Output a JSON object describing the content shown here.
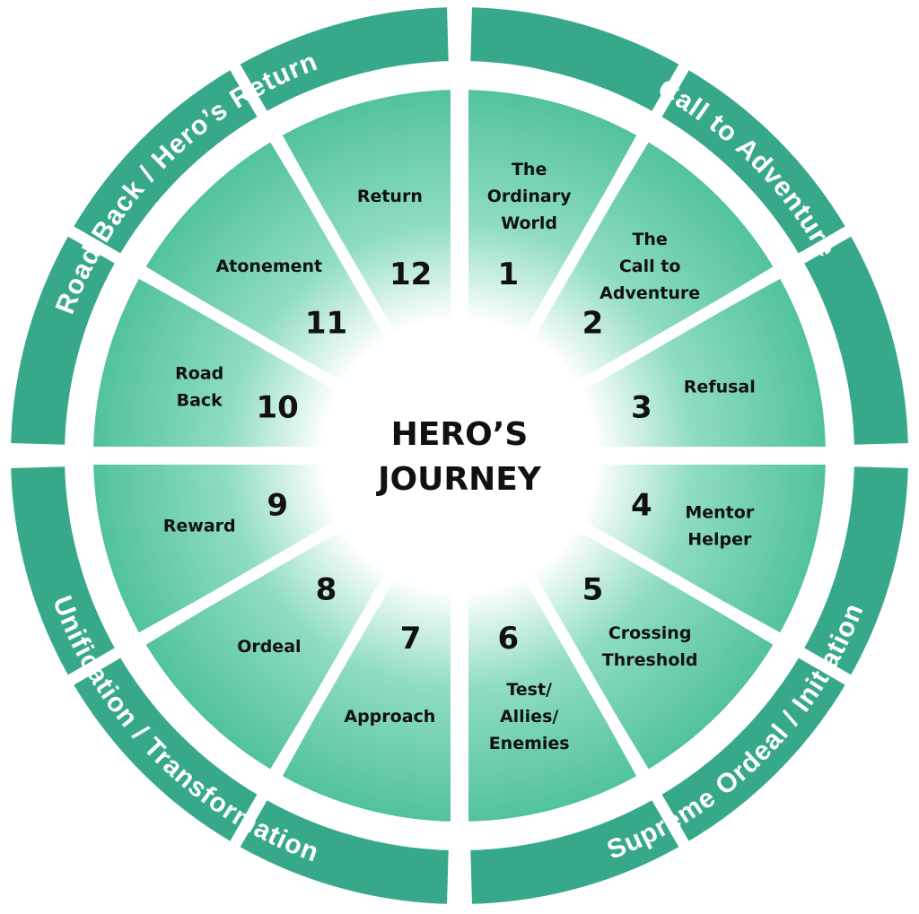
{
  "title": {
    "line1": "HERO’S",
    "line2": "JOURNEY"
  },
  "colors": {
    "ring": "#37a98a",
    "sector_dark": "#4dc09b",
    "sector_light": "#ffffff",
    "text": "#111111"
  },
  "quadrants": [
    {
      "label": "Call to Adventure"
    },
    {
      "label": "Supreme Ordeal / Initiation"
    },
    {
      "label": "Unification / Transformation"
    },
    {
      "label": "Road Back / Hero’s Return"
    }
  ],
  "stages": [
    {
      "number": "1",
      "lines": [
        "The",
        "Ordinary",
        "World"
      ]
    },
    {
      "number": "2",
      "lines": [
        "The",
        "Call to",
        "Adventure"
      ]
    },
    {
      "number": "3",
      "lines": [
        "Refusal"
      ]
    },
    {
      "number": "4",
      "lines": [
        "Mentor",
        "Helper"
      ]
    },
    {
      "number": "5",
      "lines": [
        "Crossing",
        "Threshold"
      ]
    },
    {
      "number": "6",
      "lines": [
        "Test/",
        "Allies/",
        "Enemies"
      ]
    },
    {
      "number": "7",
      "lines": [
        "Approach"
      ]
    },
    {
      "number": "8",
      "lines": [
        "Ordeal"
      ]
    },
    {
      "number": "9",
      "lines": [
        "Reward"
      ]
    },
    {
      "number": "10",
      "lines": [
        "Road",
        "Back"
      ]
    },
    {
      "number": "11",
      "lines": [
        "Atonement"
      ]
    },
    {
      "number": "12",
      "lines": [
        "Return"
      ]
    }
  ]
}
